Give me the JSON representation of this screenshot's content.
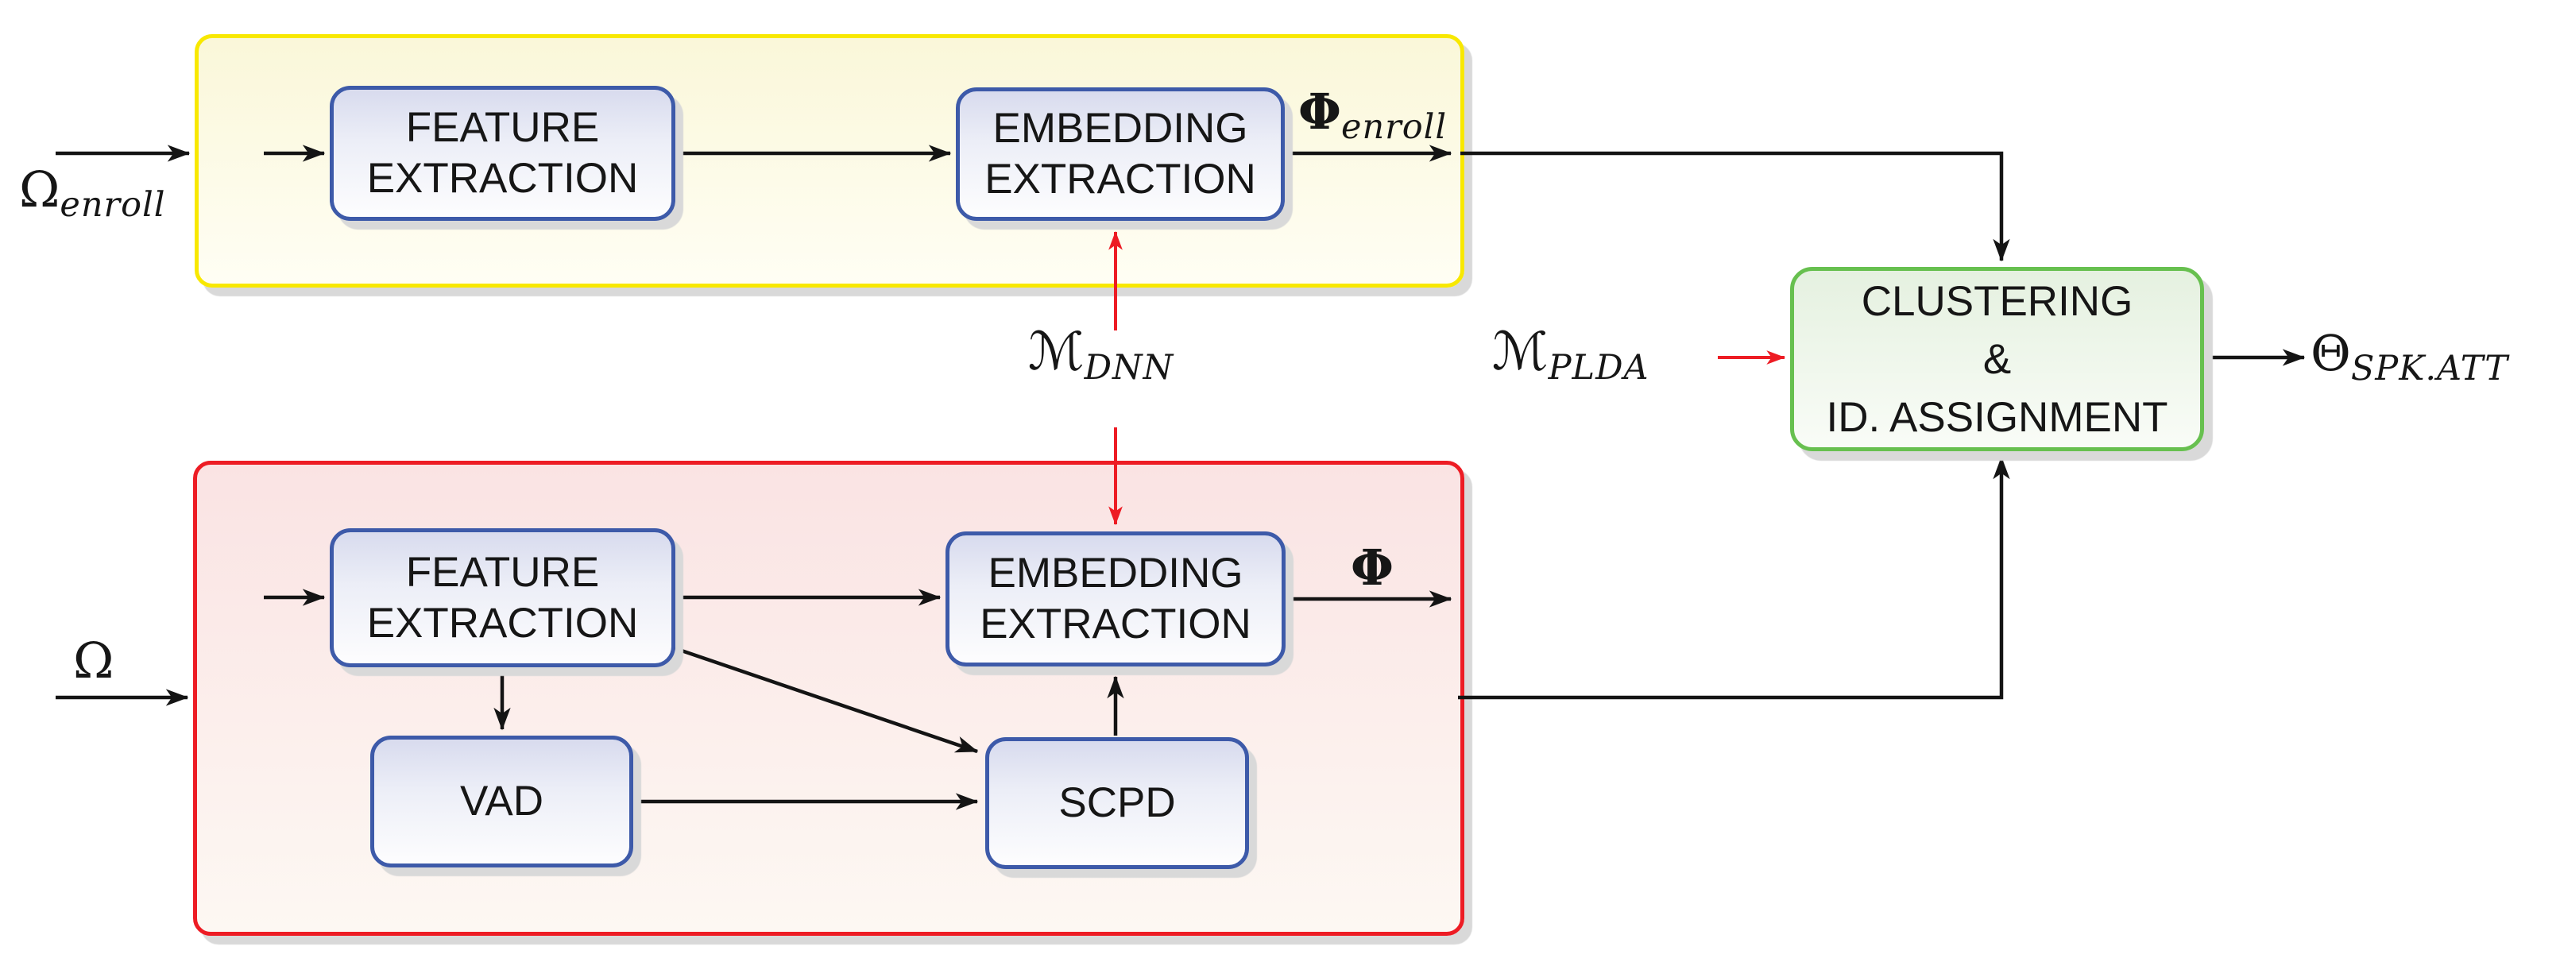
{
  "labels": {
    "omega_enroll": {
      "symbol": "Ω",
      "subscript": "enroll"
    },
    "omega_test": {
      "symbol": "Ω",
      "subscript": ""
    },
    "phi_enroll": {
      "symbol": "Φ",
      "subscript": "enroll"
    },
    "phi_test": {
      "symbol": "Φ",
      "subscript": ""
    },
    "m_dnn": {
      "symbol": "ℳ",
      "subscript": "DNN"
    },
    "m_plda": {
      "symbol": "ℳ",
      "subscript": "PLDA"
    },
    "theta_out": {
      "symbol": "Θ",
      "subscript": "SPK.ATT"
    }
  },
  "boxes": {
    "enroll_feature_extraction": {
      "lines": [
        "FEATURE",
        "EXTRACTION"
      ]
    },
    "enroll_embedding_extraction": {
      "lines": [
        "EMBEDDING",
        "EXTRACTION"
      ]
    },
    "test_feature_extraction": {
      "lines": [
        "FEATURE",
        "EXTRACTION"
      ]
    },
    "test_embedding_extraction": {
      "lines": [
        "EMBEDDING",
        "EXTRACTION"
      ]
    },
    "vad": {
      "lines": [
        "VAD"
      ]
    },
    "scpd": {
      "lines": [
        "SCPD"
      ]
    },
    "clustering": {
      "lines": [
        "CLUSTERING",
        "&",
        "ID. ASSIGNMENT"
      ]
    }
  },
  "theme": {
    "colors": {
      "wire": "#141414",
      "text": "#161616",
      "model_arrow": "#ed1c24",
      "yellow_border": "#f8e800",
      "yellow_fill_top": "#faf7d9",
      "yellow_fill_bottom": "#fffef4",
      "red_border": "#ed1c24",
      "red_fill_top": "#fae3e3",
      "red_fill_bottom": "#fdf8f3",
      "green_border": "#67c04f",
      "green_fill_top": "#e5f1e0",
      "green_fill_bottom": "#f9fcf7",
      "blue_border": "#3d5aa9",
      "box_fill_top": "#d8dbee",
      "box_fill_bottom": "#fdfdfe",
      "shadow": "#d9d9d9"
    }
  }
}
